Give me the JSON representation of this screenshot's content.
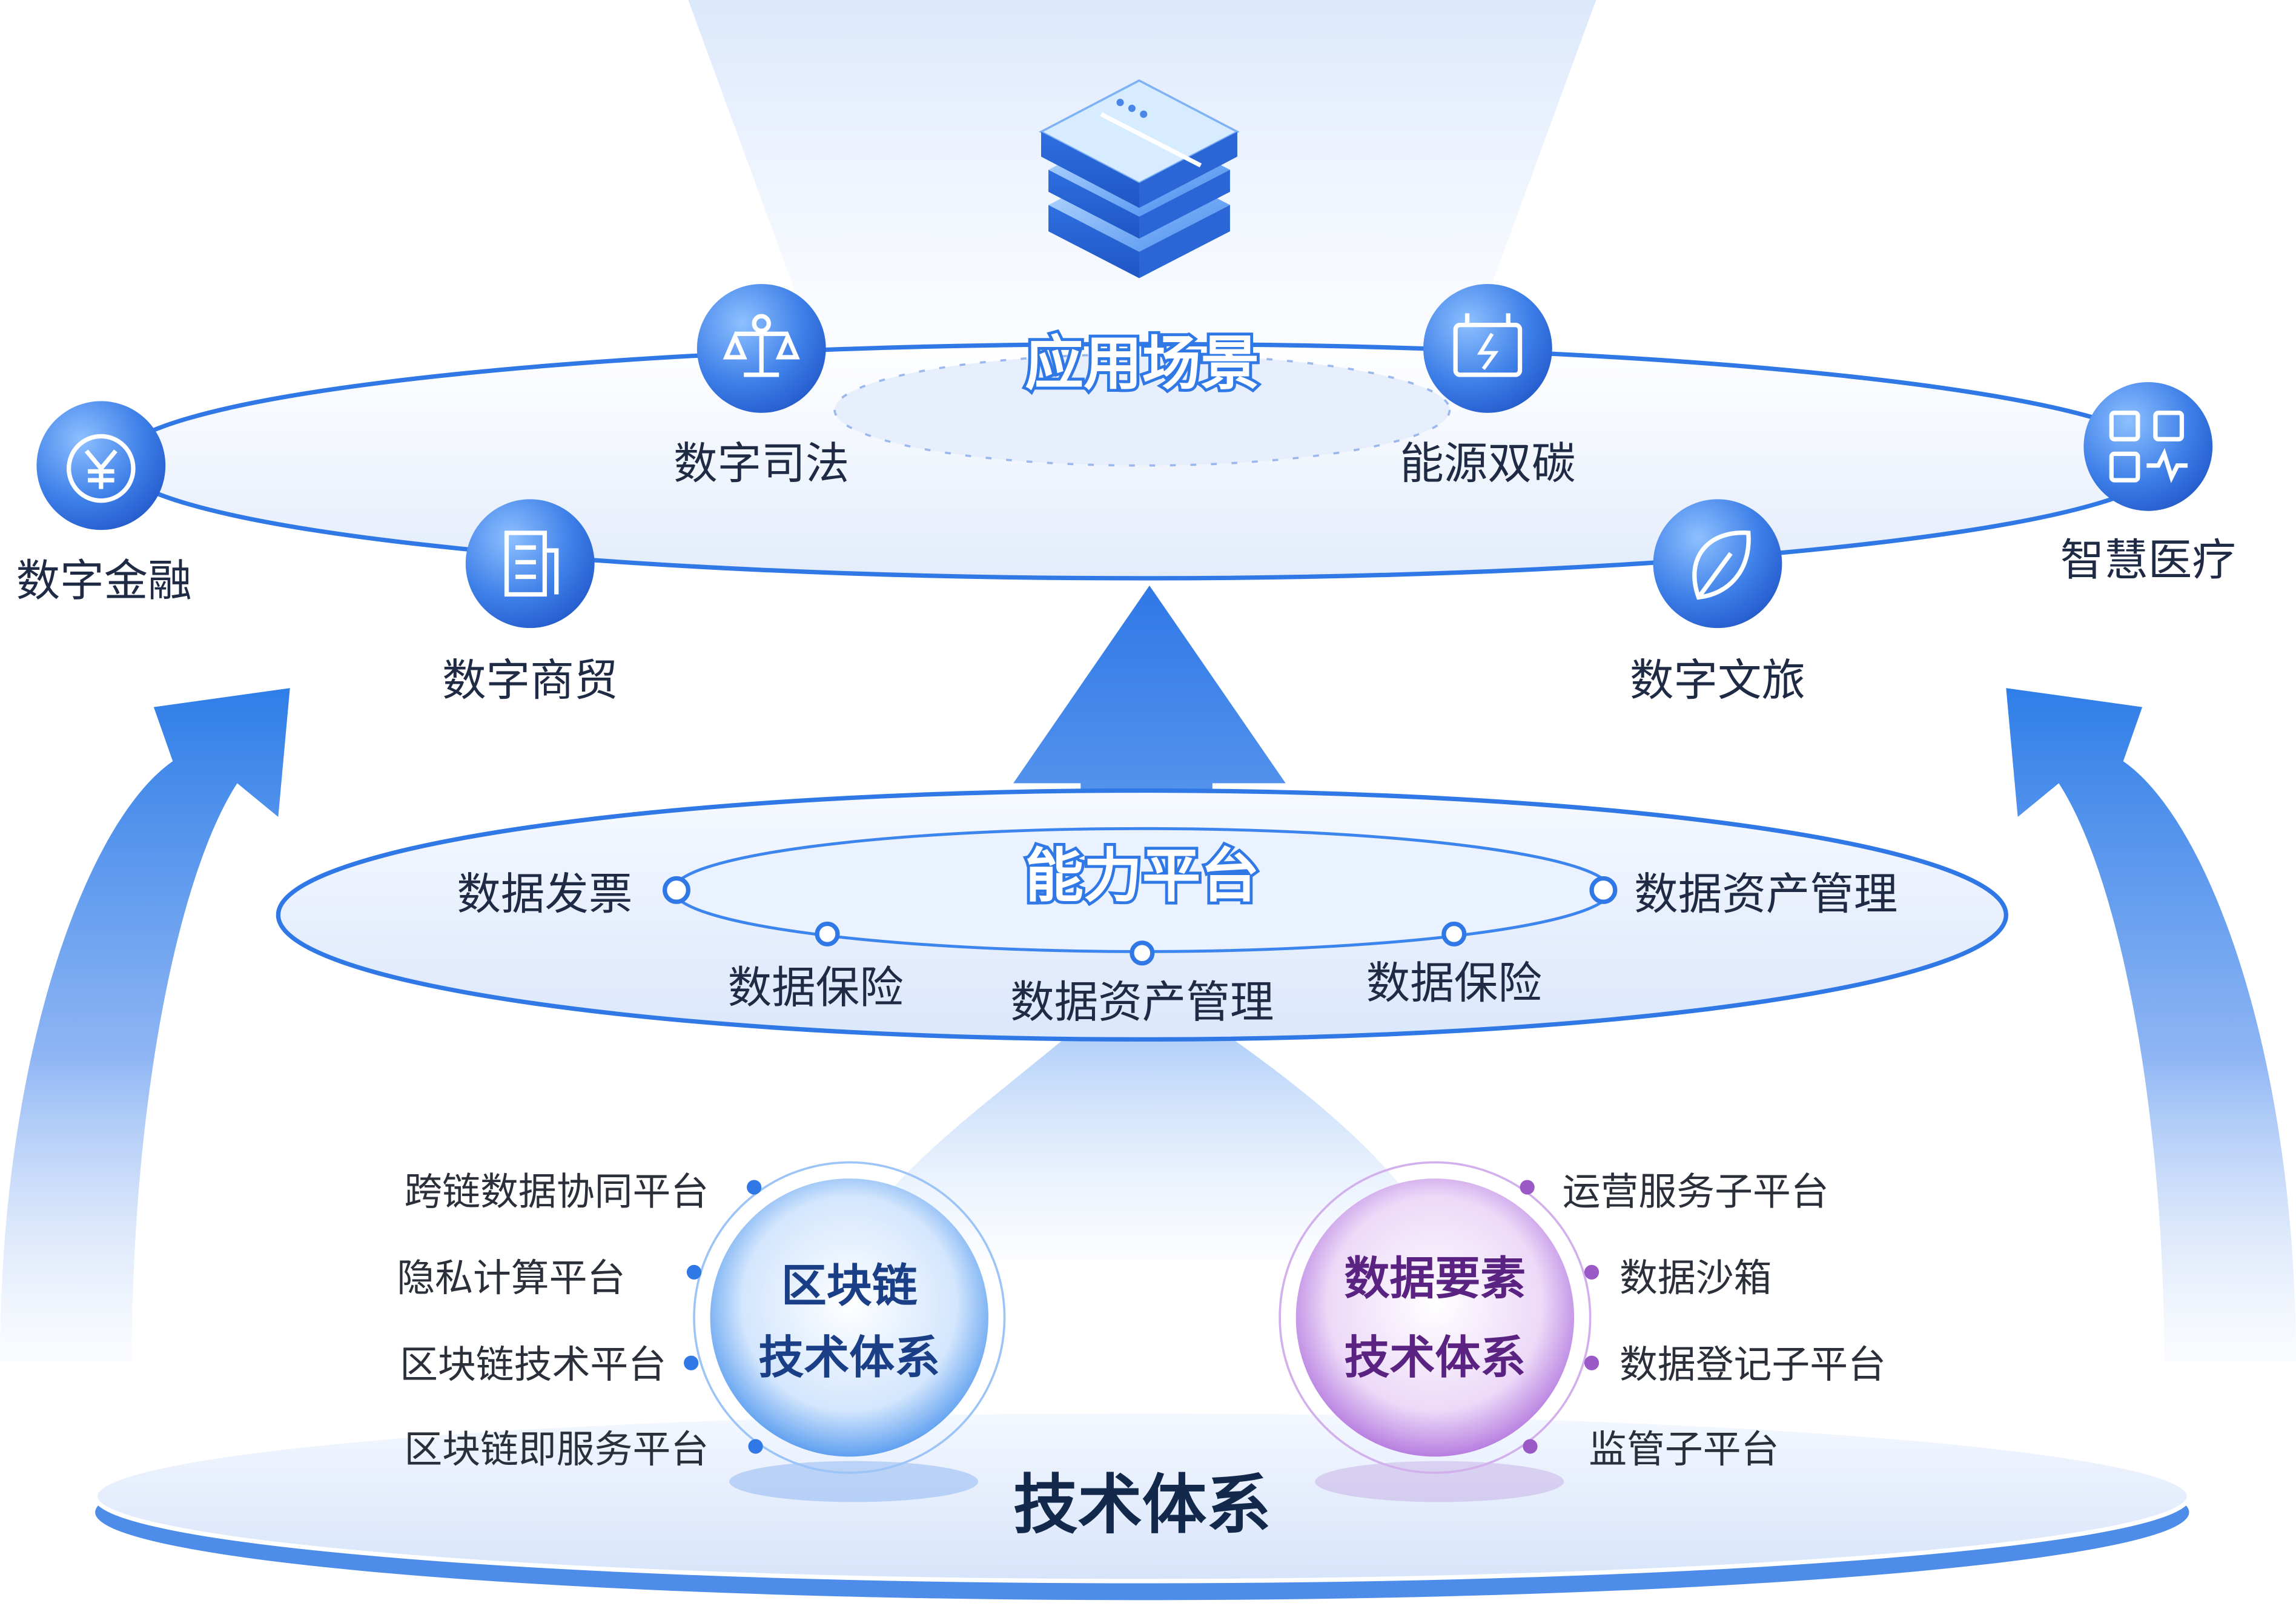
{
  "application_layer": {
    "title": "应用场景",
    "scenarios": [
      {
        "label": "数字金融",
        "icon": "yen-coin-icon"
      },
      {
        "label": "数字司法",
        "icon": "scales-icon"
      },
      {
        "label": "数字商贸",
        "icon": "building-icon"
      },
      {
        "label": "能源双碳",
        "icon": "battery-charging-icon"
      },
      {
        "label": "数字文旅",
        "icon": "leaf-icon"
      },
      {
        "label": "智慧医疗",
        "icon": "medical-monitor-icon"
      }
    ]
  },
  "capability_platform": {
    "title": "能力平台",
    "items": [
      "数据发票",
      "数据资产管理",
      "数据保险",
      "数据资产管理",
      "数据保险"
    ]
  },
  "tech_system": {
    "title": "技术体系",
    "blockchain": {
      "line1": "区块链",
      "line2": "技术体系",
      "items": [
        "跨链数据协同平台",
        "隐私计算平台",
        "区块链技术平台",
        "区块链即服务平台"
      ]
    },
    "data_elements": {
      "line1": "数据要素",
      "line2": "技术体系",
      "items": [
        "运营服务子平台",
        "数据沙箱",
        "数据登记子平台",
        "监管子平台"
      ]
    }
  },
  "colors": {
    "primary_blue": "#2f78e6",
    "deep_blue": "#1b3f86",
    "purple": "#9b59c8",
    "navy_text": "#13294b"
  }
}
